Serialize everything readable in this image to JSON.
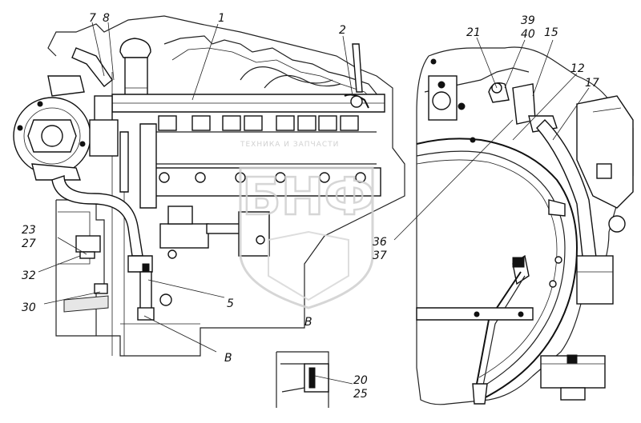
{
  "labels": {
    "l1": "1",
    "l2": "2",
    "l5": "5",
    "l7": "7",
    "l8": "8",
    "l12": "12",
    "l15": "15",
    "l17": "17",
    "l20": "20",
    "l21": "21",
    "l23": "23",
    "l25": "25",
    "l27": "27",
    "l30": "30",
    "l32": "32",
    "l36": "36",
    "l37": "37",
    "l39": "39",
    "l40": "40",
    "view_b_marker": "В",
    "view_b_title": "В"
  },
  "watermark": {
    "text": "ТЕХНИКА И ЗАПЧАСТИ",
    "logo": "БНФ"
  }
}
